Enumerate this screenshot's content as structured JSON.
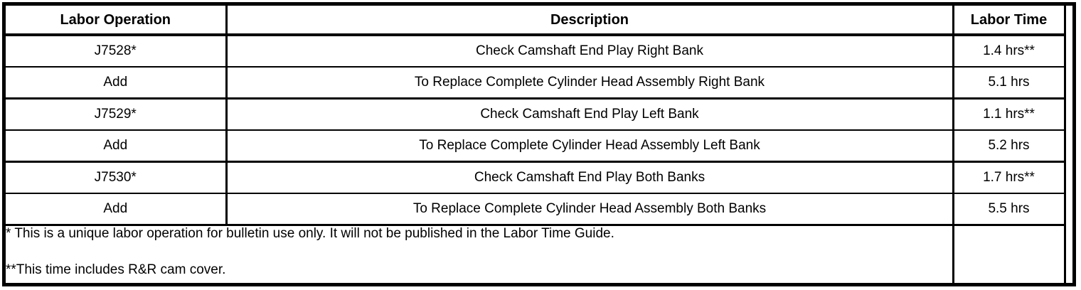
{
  "table": {
    "columns": [
      "Labor Operation",
      "Description",
      "Labor Time"
    ],
    "rows": [
      {
        "op": "J7528*",
        "desc": "Check Camshaft End Play Right Bank",
        "time": "1.4 hrs**"
      },
      {
        "op": "Add",
        "desc": "To Replace Complete Cylinder Head Assembly Right Bank",
        "time": "5.1 hrs"
      },
      {
        "op": "J7529*",
        "desc": "Check Camshaft End Play Left Bank",
        "time": "1.1 hrs**"
      },
      {
        "op": "Add",
        "desc": "To Replace Complete Cylinder Head Assembly Left Bank",
        "time": "5.2 hrs"
      },
      {
        "op": "J7530*",
        "desc": "Check Camshaft End Play Both Banks",
        "time": "1.7 hrs**"
      },
      {
        "op": "Add",
        "desc": "To Replace Complete Cylinder Head Assembly Both Banks",
        "time": "5.5 hrs"
      }
    ],
    "footnotes": [
      "* This is a unique labor operation for bulletin use only. It will not be published in the Labor Time Guide.",
      "**This time includes R&R cam cover."
    ]
  },
  "colors": {
    "border": "#000000",
    "background": "#ffffff",
    "text": "#000000"
  }
}
